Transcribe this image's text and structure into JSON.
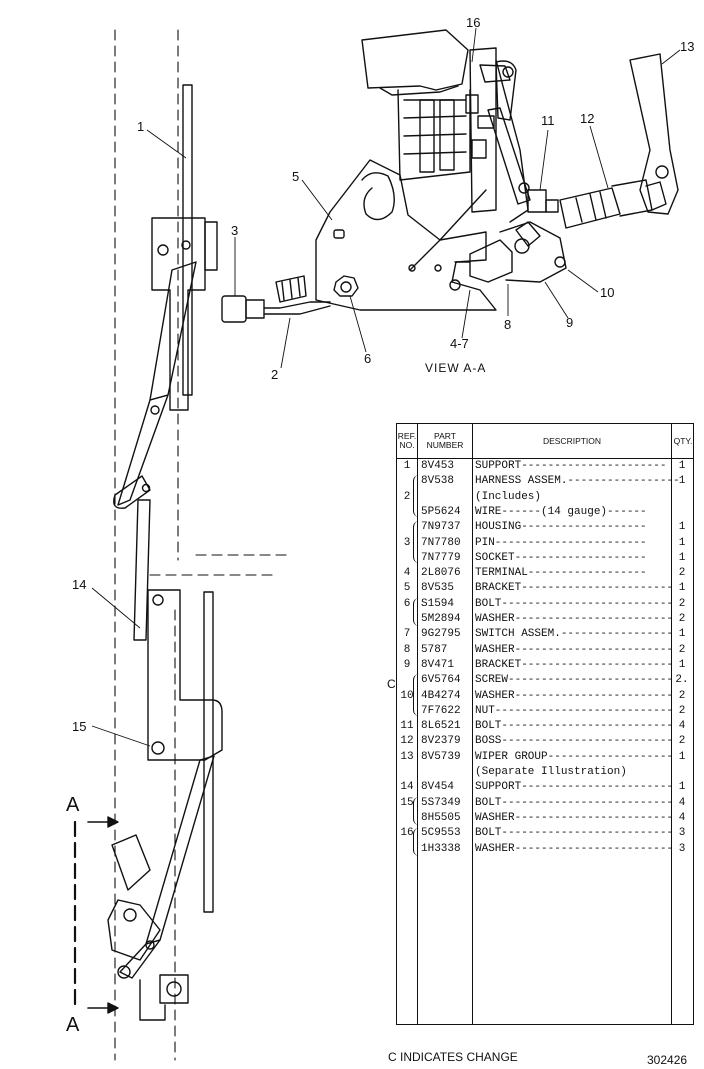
{
  "callouts": [
    "1",
    "2",
    "3",
    "4-7",
    "5",
    "6",
    "8",
    "9",
    "10",
    "11",
    "12",
    "13",
    "14",
    "15",
    "16"
  ],
  "view_label": "VIEW A-A",
  "section_marks": [
    "A",
    "A"
  ],
  "table": {
    "headers": {
      "ref": "REF. NO.",
      "part": "PART NUMBER",
      "desc": "DESCRIPTION",
      "qty": "QTY."
    },
    "rows": [
      {
        "ref": "1",
        "part": "8V453",
        "desc": "SUPPORT----------------------",
        "qty": "1"
      },
      {
        "ref": "",
        "part": "8V538",
        "desc": "HARNESS ASSEM.-----------------",
        "qty": "1"
      },
      {
        "ref": "2",
        "part": "",
        "desc": "    (Includes)",
        "qty": ""
      },
      {
        "ref": "",
        "part": "5P5624",
        "desc": "    WIRE------(14 gauge)------",
        "qty": ""
      },
      {
        "ref": "",
        "part": "7N9737",
        "desc": "    HOUSING-------------------",
        "qty": "1"
      },
      {
        "ref": "3",
        "part": "7N7780",
        "desc": "    PIN-----------------------",
        "qty": "1"
      },
      {
        "ref": "",
        "part": "7N7779",
        "desc": "    SOCKET--------------------",
        "qty": "1"
      },
      {
        "ref": "4",
        "part": "2L8076",
        "desc": "    TERMINAL------------------",
        "qty": "2"
      },
      {
        "ref": "5",
        "part": "8V535",
        "desc": "BRACKET-----------------------",
        "qty": "1"
      },
      {
        "ref": "6",
        "part": "S1594",
        "desc": "BOLT--------------------------",
        "qty": "2"
      },
      {
        "ref": "",
        "part": "5M2894",
        "desc": "WASHER------------------------",
        "qty": "2"
      },
      {
        "ref": "7",
        "part": "9G2795",
        "desc": "SWITCH ASSEM.-----------------",
        "qty": "1"
      },
      {
        "ref": "8",
        "part": "5787",
        "desc": "WASHER------------------------",
        "qty": "2"
      },
      {
        "ref": "9",
        "part": "8V471",
        "desc": "BRACKET-----------------------",
        "qty": "1"
      },
      {
        "ref": "",
        "part": "6V5764",
        "desc": "SCREW-------------------------",
        "qty": "2."
      },
      {
        "ref": "10",
        "part": "4B4274",
        "desc": "WASHER------------------------",
        "qty": "2"
      },
      {
        "ref": "",
        "part": "7F7622",
        "desc": "NUT---------------------------",
        "qty": "2"
      },
      {
        "ref": "11",
        "part": "8L6521",
        "desc": "BOLT--------------------------",
        "qty": "4"
      },
      {
        "ref": "12",
        "part": "8V2379",
        "desc": "BOSS--------------------------",
        "qty": "2"
      },
      {
        "ref": "13",
        "part": "8V5739",
        "desc": "WIPER GROUP-------------------",
        "qty": "1"
      },
      {
        "ref": "",
        "part": "",
        "desc": "    (Separate Illustration)",
        "qty": ""
      },
      {
        "ref": "14",
        "part": "8V454",
        "desc": "SUPPORT-----------------------",
        "qty": "1"
      },
      {
        "ref": "15",
        "part": "5S7349",
        "desc": "BOLT--------------------------",
        "qty": "4"
      },
      {
        "ref": "",
        "part": "8H5505",
        "desc": "WASHER------------------------",
        "qty": "4"
      },
      {
        "ref": "16",
        "part": "5C9553",
        "desc": "BOLT--------------------------",
        "qty": "3"
      },
      {
        "ref": "",
        "part": "1H3338",
        "desc": "WASHER------------------------",
        "qty": "3"
      }
    ]
  },
  "margin_mark": "C",
  "footer_note": "C INDICATES CHANGE",
  "drawing_number": "302426"
}
